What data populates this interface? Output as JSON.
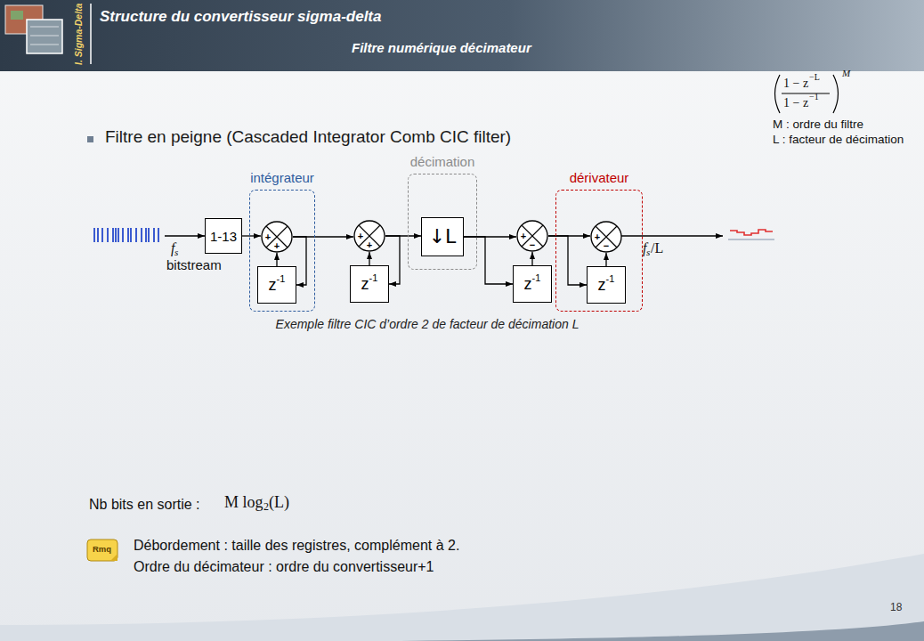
{
  "diagram": {
    "title": "Structure du convertisseur sigma-delta",
    "caption": "Exemple filtre CIC d’ordre 2 de facteur de décimation L",
    "nodes": [
      {
        "text": [
          "1-13"
        ]
      },
      {
        "text": [
          "intégrateur"
        ]
      },
      {
        "text": [
          "+",
          "+"
        ],
        "in": 1
      },
      {
        "text": [
          "z",
          "-1"
        ],
        "in": 1
      },
      {
        "text": [
          "+",
          "+"
        ]
      },
      {
        "text": [
          "z",
          "-1"
        ]
      },
      {
        "text": [
          "décimation"
        ]
      },
      {
        "text": [
          "↓L"
        ],
        "in": 6
      },
      {
        "text": [
          "+",
          "−"
        ]
      },
      {
        "text": [
          "z",
          "-1"
        ]
      },
      {
        "text": [
          "dérivateur"
        ]
      },
      {
        "text": [
          "+",
          "−"
        ],
        "in": 10
      },
      {
        "text": [
          "z",
          "-1"
        ],
        "in": 10
      }
    ],
    "edges": [
      {
        "from": 0,
        "to": 2,
        "arrow": "to"
      },
      {
        "from": 2,
        "to": 4,
        "arrow": "to"
      },
      {
        "from": 2,
        "to": 3,
        "arrow": "to"
      },
      {
        "from": 3,
        "to": 2,
        "arrow": "to"
      },
      {
        "from": 4,
        "to": 7,
        "arrow": "to"
      },
      {
        "from": 4,
        "to": 5,
        "arrow": "to"
      },
      {
        "from": 5,
        "to": 4,
        "arrow": "to"
      },
      {
        "from": 7,
        "to": 8,
        "arrow": "to"
      },
      {
        "from": 7,
        "to": 9,
        "arrow": "to"
      },
      {
        "from": 9,
        "to": 8,
        "arrow": "to"
      },
      {
        "from": 8,
        "to": 11,
        "arrow": "to"
      },
      {
        "from": 8,
        "to": 12,
        "arrow": "to"
      },
      {
        "from": 12,
        "to": 11,
        "arrow": "to"
      }
    ],
    "labels": [
      "I. Sigma-Delta",
      "Filtre numérique décimateur",
      "1 − z",
      "−L",
      "1 − z",
      "−1",
      "M",
      "M : ordre du filtre",
      "L : facteur de décimation",
      "Filtre en peigne (Cascaded Integrator Comb CIC filter)",
      "f",
      "s",
      "bitstream",
      "f",
      "s",
      "/L",
      "Nb bits en sortie :",
      "M log",
      "2",
      "(L)",
      "Rmq",
      "Débordement : taille des registres, complément à 2.",
      "Ordre du décimateur : ordre du convertisseur+1",
      "18"
    ]
  }
}
